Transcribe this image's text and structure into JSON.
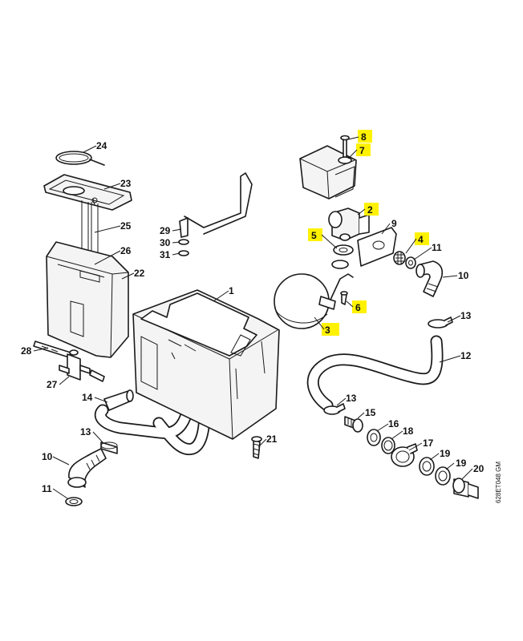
{
  "diagram": {
    "drawing_code": "628ET048 GM",
    "highlight_color": "#fff200",
    "callouts": [
      {
        "id": "c1",
        "label": "1",
        "highlighted": false
      },
      {
        "id": "c2",
        "label": "2",
        "highlighted": true
      },
      {
        "id": "c3",
        "label": "3",
        "highlighted": true
      },
      {
        "id": "c4",
        "label": "4",
        "highlighted": true
      },
      {
        "id": "c5",
        "label": "5",
        "highlighted": true
      },
      {
        "id": "c6",
        "label": "6",
        "highlighted": true
      },
      {
        "id": "c7",
        "label": "7",
        "highlighted": true
      },
      {
        "id": "c8",
        "label": "8",
        "highlighted": true
      },
      {
        "id": "c9",
        "label": "9",
        "highlighted": false
      },
      {
        "id": "c10a",
        "label": "10",
        "highlighted": false
      },
      {
        "id": "c10b",
        "label": "10",
        "highlighted": false
      },
      {
        "id": "c11a",
        "label": "11",
        "highlighted": false
      },
      {
        "id": "c11b",
        "label": "11",
        "highlighted": false
      },
      {
        "id": "c12",
        "label": "12",
        "highlighted": false
      },
      {
        "id": "c13a",
        "label": "13",
        "highlighted": false
      },
      {
        "id": "c13b",
        "label": "13",
        "highlighted": false
      },
      {
        "id": "c13c",
        "label": "13",
        "highlighted": false
      },
      {
        "id": "c14",
        "label": "14",
        "highlighted": false
      },
      {
        "id": "c15",
        "label": "15",
        "highlighted": false
      },
      {
        "id": "c16",
        "label": "16",
        "highlighted": false
      },
      {
        "id": "c17",
        "label": "17",
        "highlighted": false
      },
      {
        "id": "c18",
        "label": "18",
        "highlighted": false
      },
      {
        "id": "c19a",
        "label": "19",
        "highlighted": false
      },
      {
        "id": "c19b",
        "label": "19",
        "highlighted": false
      },
      {
        "id": "c20",
        "label": "20",
        "highlighted": false
      },
      {
        "id": "c21",
        "label": "21",
        "highlighted": false
      },
      {
        "id": "c22",
        "label": "22",
        "highlighted": false
      },
      {
        "id": "c23",
        "label": "23",
        "highlighted": false
      },
      {
        "id": "c24",
        "label": "24",
        "highlighted": false
      },
      {
        "id": "c25",
        "label": "25",
        "highlighted": false
      },
      {
        "id": "c26",
        "label": "26",
        "highlighted": false
      },
      {
        "id": "c27",
        "label": "27",
        "highlighted": false
      },
      {
        "id": "c28",
        "label": "28",
        "highlighted": false
      },
      {
        "id": "c29",
        "label": "29",
        "highlighted": false
      },
      {
        "id": "c30",
        "label": "30",
        "highlighted": false
      },
      {
        "id": "c31",
        "label": "31",
        "highlighted": false
      }
    ]
  }
}
